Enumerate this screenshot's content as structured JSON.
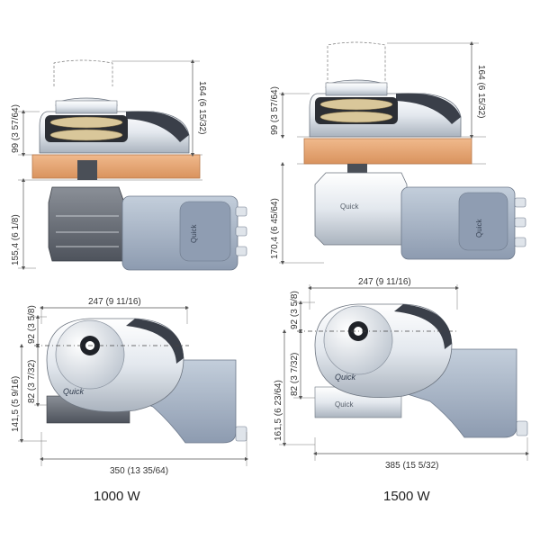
{
  "variants": [
    {
      "caption": "1000 W",
      "side_view": {
        "dims": {
          "top": "164 (6 15/32)",
          "deck": "99 (3 57/64)",
          "below": "155,4 (6 1/8)"
        }
      },
      "plan_view": {
        "dims": {
          "width": "247 (9 11/16)",
          "upper": "92 (3 5/8)",
          "lower": "82 (3 7/32)",
          "side": "141,5 (5 9/16)",
          "total": "350 (13 35/64)"
        }
      },
      "brand": "Quick"
    },
    {
      "caption": "1500 W",
      "side_view": {
        "dims": {
          "top": "164 (6 15/32)",
          "deck": "99 (3 57/64)",
          "below": "170,4 (6 45/64)"
        }
      },
      "plan_view": {
        "dims": {
          "width": "247 (9 11/16)",
          "upper": "92 (3 5/8)",
          "lower": "82 (3 7/32)",
          "side": "161,5 (6 23/64)",
          "total": "385 (15 5/32)"
        }
      },
      "brand": "Quick"
    }
  ],
  "colors": {
    "wood": "#e7a978",
    "wood_dark": "#c98650",
    "motor": "#a9b6c8",
    "motor_dark": "#8795aa",
    "chrome": "#e9edf2",
    "chrome_dark": "#a5adb8",
    "cap_dark": "#3a3f49",
    "gypsy": "#d9c79a"
  }
}
